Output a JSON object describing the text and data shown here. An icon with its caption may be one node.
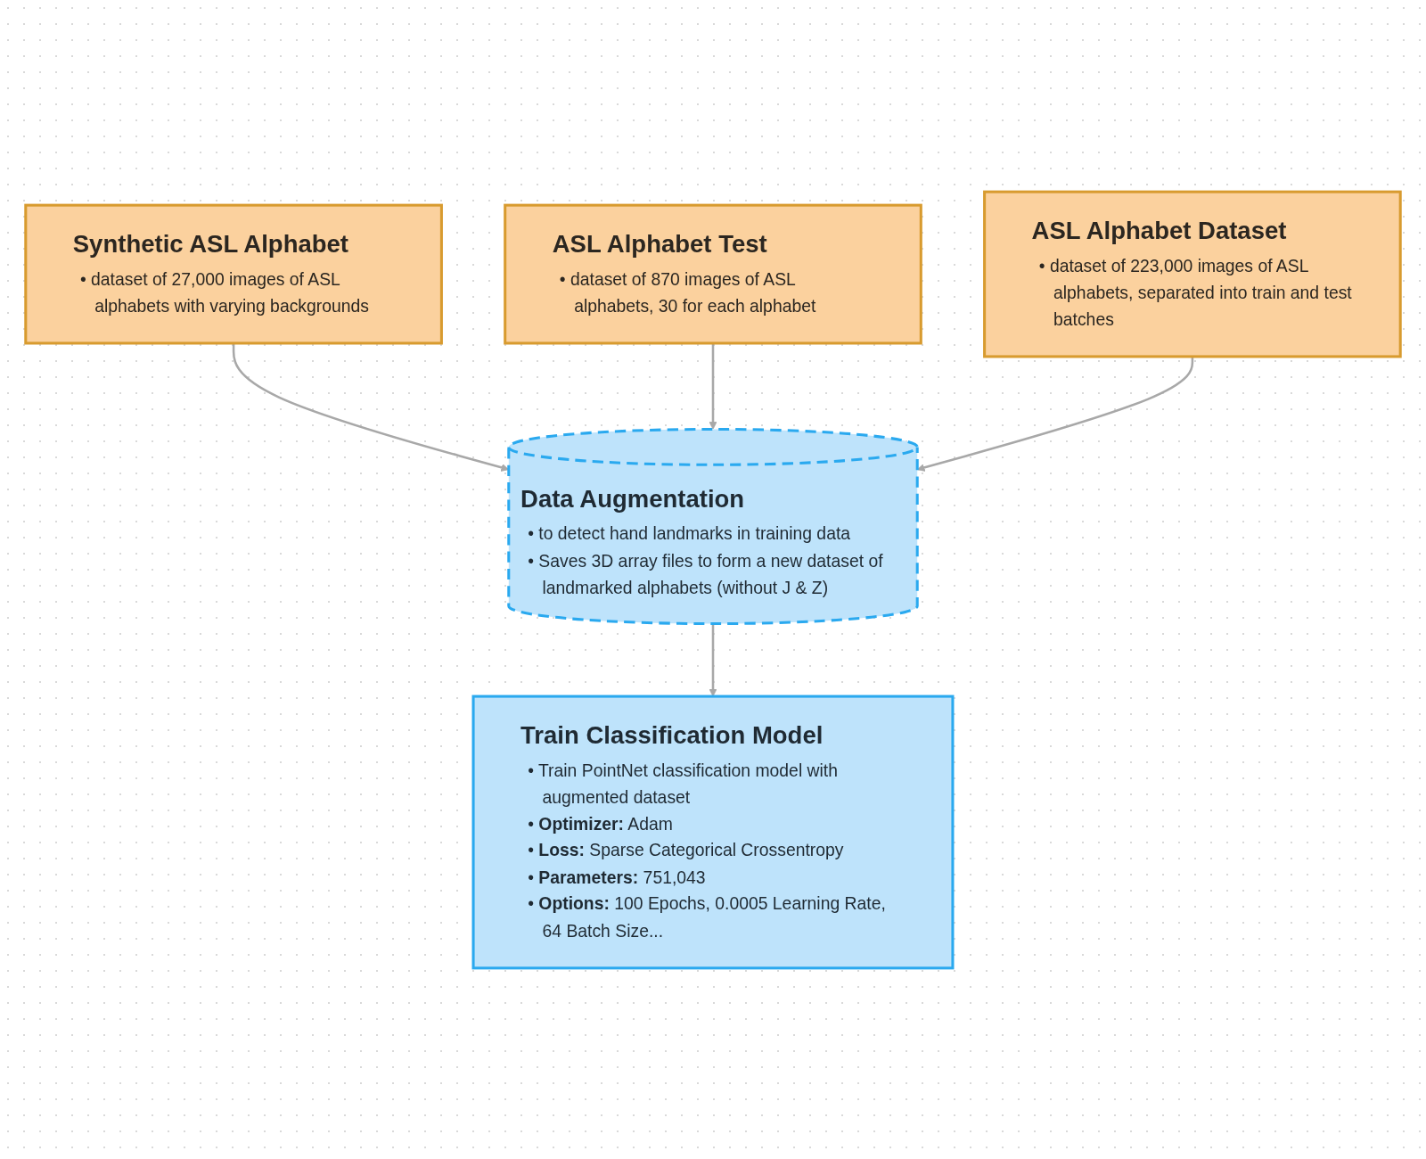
{
  "diagram": {
    "nodes": [
      {
        "text": [
          "Synthetic ASL Alphabet",
          "• dataset of 27,000 images of ASL alphabets with varying backgrounds"
        ]
      },
      {
        "text": [
          "ASL Alphabet Test",
          "• dataset of 870 images of ASL alphabets, 30 for each alphabet"
        ]
      },
      {
        "text": [
          "ASL Alphabet Dataset",
          "• dataset of 223,000 images of ASL alphabets, separated into train and test batches"
        ]
      },
      {
        "text": [
          "Data Augmentation",
          "• to detect hand landmarks in training data",
          "• Saves 3D array files to form a new dataset of landmarked alphabets (without J & Z)"
        ]
      },
      {
        "text": [
          "Train Classification Model",
          "• Train PointNet classification model with augmented dataset",
          "• **Optimizer:** Adam",
          "• **Loss:** Sparse Categorical Crossentropy",
          "• **Parameters:** 751,043",
          "• **Options:** 100 Epochs, 0.0005 Learning Rate, 64 Batch Size..."
        ]
      }
    ],
    "edges": [
      {
        "from": 0,
        "to": 3,
        "arrow": "to"
      },
      {
        "from": 1,
        "to": 3,
        "arrow": "to"
      },
      {
        "from": 2,
        "to": 3,
        "arrow": "to"
      },
      {
        "from": 3,
        "to": 4,
        "arrow": "to"
      }
    ]
  }
}
